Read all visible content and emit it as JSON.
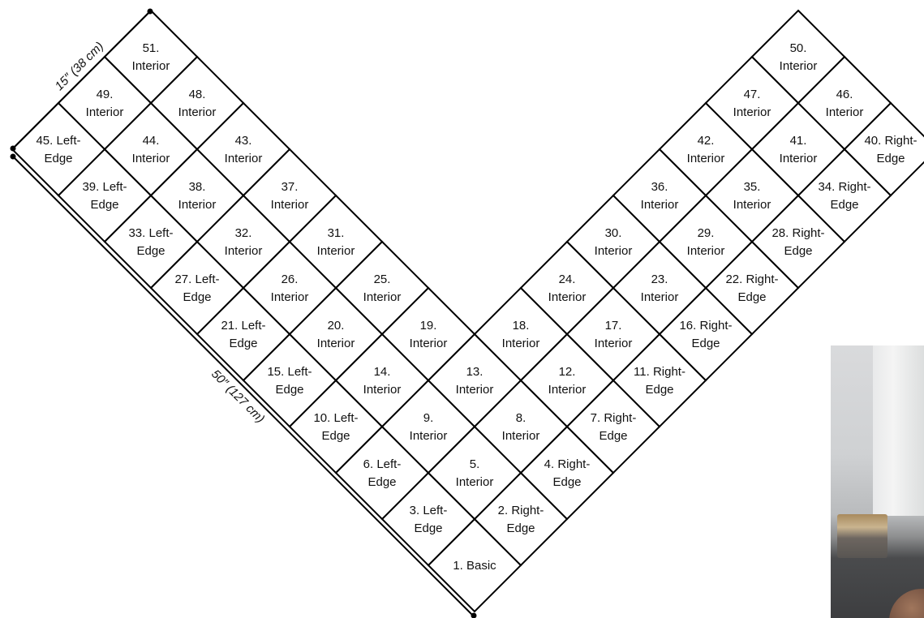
{
  "dimensions": {
    "width_label": "15″ (38 cm)",
    "length_label": "50″ (127 cm)"
  },
  "tiles": [
    {
      "num": "1.",
      "word": "Basic"
    },
    {
      "num": "2.",
      "word": "Right-",
      "line2": "Edge"
    },
    {
      "num": "3.",
      "word": "Left-",
      "line2": "Edge"
    },
    {
      "num": "4.",
      "word": "Right-",
      "line2": "Edge"
    },
    {
      "num": "5.",
      "line2": "Interior"
    },
    {
      "num": "6.",
      "word": "Left-",
      "line2": "Edge"
    },
    {
      "num": "7.",
      "word": "Right-",
      "line2": "Edge"
    },
    {
      "num": "8.",
      "line2": "Interior"
    },
    {
      "num": "9.",
      "line2": "Interior"
    },
    {
      "num": "10.",
      "word": "Left-",
      "line2": "Edge"
    },
    {
      "num": "11.",
      "word": "Right-",
      "line2": "Edge"
    },
    {
      "num": "12.",
      "line2": "Interior"
    },
    {
      "num": "13.",
      "line2": "Interior"
    },
    {
      "num": "14.",
      "line2": "Interior"
    },
    {
      "num": "15.",
      "word": "Left-",
      "line2": "Edge"
    },
    {
      "num": "16.",
      "word": "Right-",
      "line2": "Edge"
    },
    {
      "num": "17.",
      "line2": "Interior"
    },
    {
      "num": "18.",
      "line2": "Interior"
    },
    {
      "num": "19.",
      "line2": "Interior"
    },
    {
      "num": "20.",
      "line2": "Interior"
    },
    {
      "num": "21.",
      "word": "Left-",
      "line2": "Edge"
    },
    {
      "num": "22.",
      "word": "Right-",
      "line2": "Edge"
    },
    {
      "num": "23.",
      "line2": "Interior"
    },
    {
      "num": "24.",
      "line2": "Interior"
    },
    {
      "num": "25.",
      "line2": "Interior"
    },
    {
      "num": "26.",
      "line2": "Interior"
    },
    {
      "num": "27.",
      "word": "Left-",
      "line2": "Edge"
    },
    {
      "num": "28.",
      "word": "Right-",
      "line2": "Edge"
    },
    {
      "num": "29.",
      "line2": "Interior"
    },
    {
      "num": "30.",
      "line2": "Interior"
    },
    {
      "num": "31.",
      "line2": "Interior"
    },
    {
      "num": "32.",
      "line2": "Interior"
    },
    {
      "num": "33.",
      "word": "Left-",
      "line2": "Edge"
    },
    {
      "num": "34.",
      "word": "Right-",
      "line2": "Edge"
    },
    {
      "num": "35.",
      "line2": "Interior"
    },
    {
      "num": "36.",
      "line2": "Interior"
    },
    {
      "num": "37.",
      "line2": "Interior"
    },
    {
      "num": "38.",
      "line2": "Interior"
    },
    {
      "num": "39.",
      "word": "Left-",
      "line2": "Edge"
    },
    {
      "num": "40.",
      "word": "Right-",
      "line2": "Edge"
    },
    {
      "num": "41.",
      "line2": "Interior"
    },
    {
      "num": "42.",
      "line2": "Interior"
    },
    {
      "num": "43.",
      "line2": "Interior"
    },
    {
      "num": "44.",
      "line2": "Interior"
    },
    {
      "num": "45.",
      "word": "Left-",
      "line2": "Edge"
    },
    {
      "num": "46.",
      "line2": "Interior"
    },
    {
      "num": "47.",
      "line2": "Interior"
    },
    {
      "num": "48.",
      "line2": "Interior"
    },
    {
      "num": "49.",
      "line2": "Interior"
    },
    {
      "num": "50.",
      "line2": "Interior"
    },
    {
      "num": "51.",
      "line2": "Interior"
    }
  ]
}
